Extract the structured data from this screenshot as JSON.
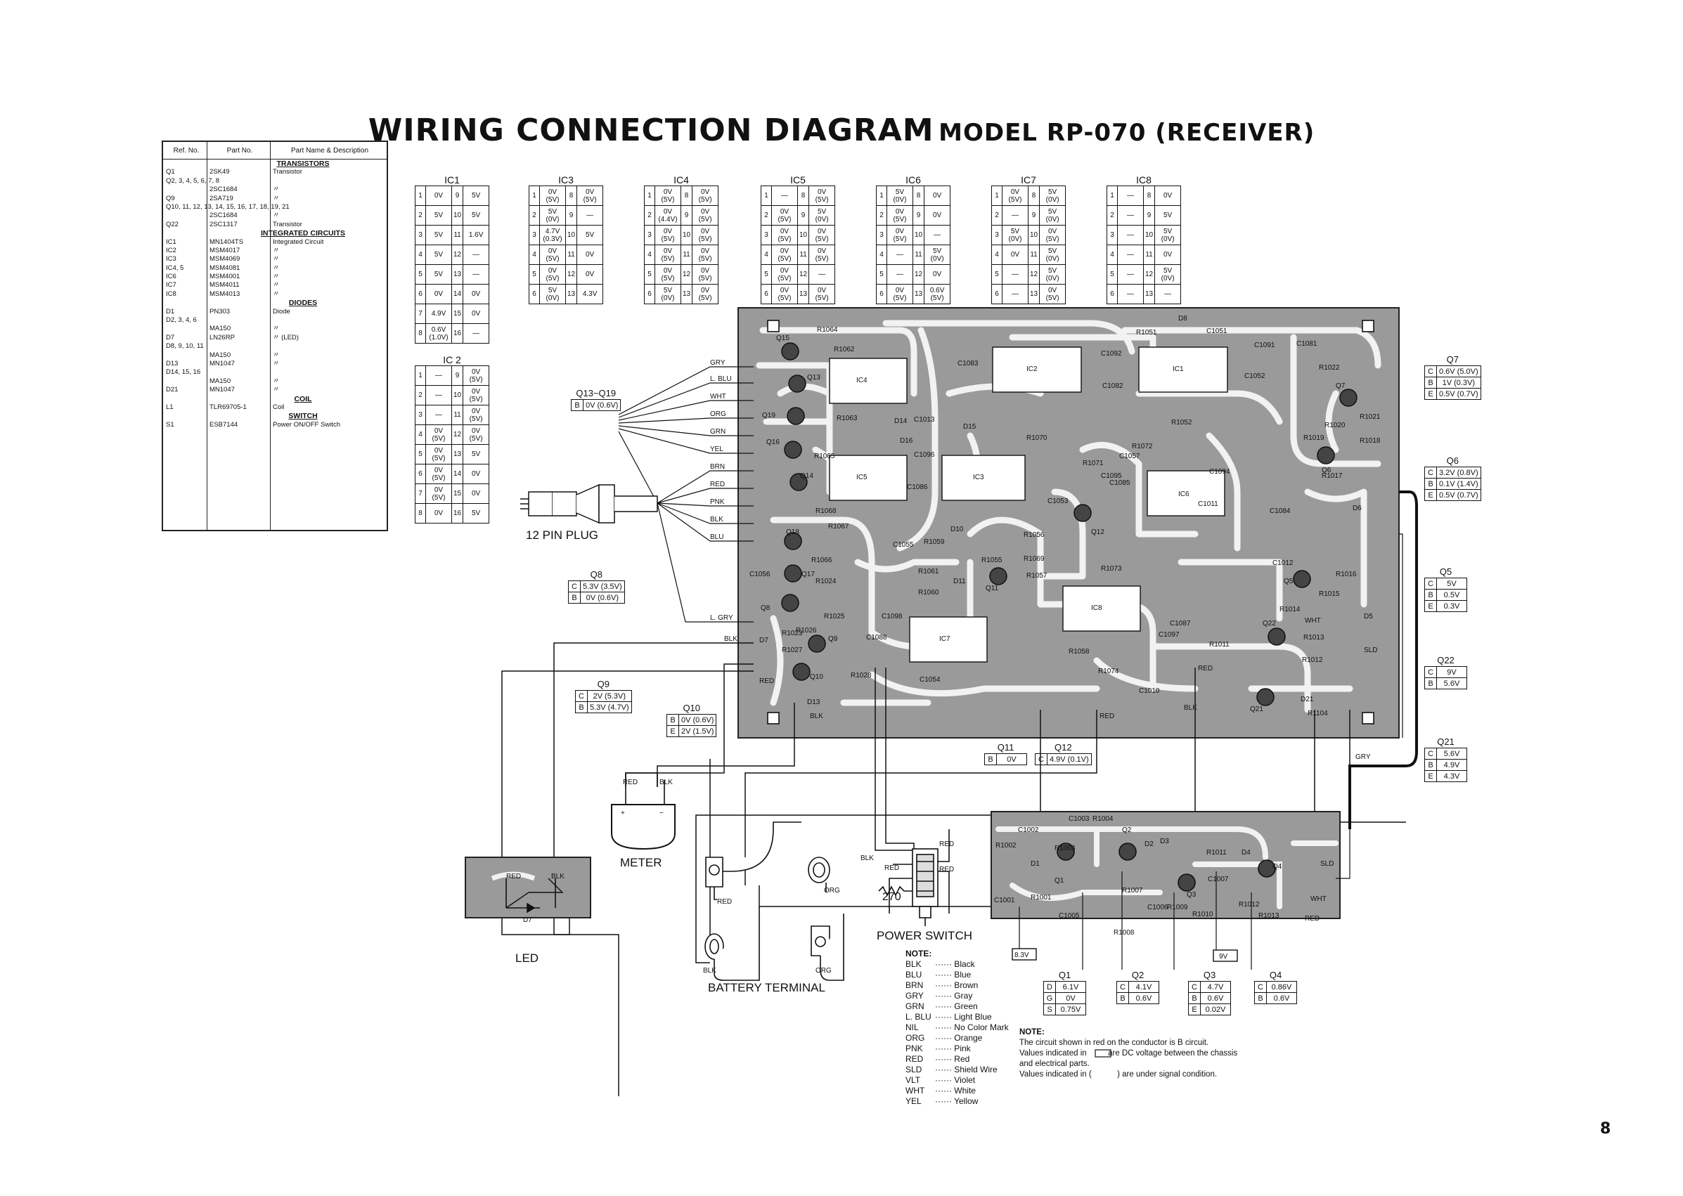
{
  "title": {
    "main": "WIRING CONNECTION DIAGRAM",
    "model": "MODEL RP-070 (RECEIVER)"
  },
  "parts_table": {
    "headers": [
      "Ref. No.",
      "Part No.",
      "Part Name & Description"
    ],
    "rows": [
      {
        "type": "sec",
        "text": "TRANSISTORS"
      },
      {
        "ref": "Q1",
        "part": "2SK49",
        "desc": "Transistor"
      },
      {
        "ref": "Q2, 3, 4, 5, 6, 7, 8",
        "part": "",
        "desc": ""
      },
      {
        "ref": "",
        "part": "2SC1684",
        "desc": "〃"
      },
      {
        "ref": "Q9",
        "part": "2SA719",
        "desc": "〃"
      },
      {
        "ref": "Q10, 11, 12, 13, 14, 15, 16, 17, 18, 19, 21",
        "part": "",
        "desc": ""
      },
      {
        "ref": "",
        "part": "2SC1684",
        "desc": "〃"
      },
      {
        "ref": "Q22",
        "part": "2SC1317",
        "desc": "Transistor"
      },
      {
        "type": "sec",
        "text": "INTEGRATED CIRCUITS"
      },
      {
        "ref": "IC1",
        "part": "MN1404TS",
        "desc": "Integrated Circuit"
      },
      {
        "ref": "IC2",
        "part": "MSM4017",
        "desc": "〃"
      },
      {
        "ref": "IC3",
        "part": "MSM4069",
        "desc": "〃"
      },
      {
        "ref": "IC4, 5",
        "part": "MSM4081",
        "desc": "〃"
      },
      {
        "ref": "IC6",
        "part": "MSM4001",
        "desc": "〃"
      },
      {
        "ref": "IC7",
        "part": "MSM4011",
        "desc": "〃"
      },
      {
        "ref": "IC8",
        "part": "MSM4013",
        "desc": "〃"
      },
      {
        "type": "sec",
        "text": "DIODES"
      },
      {
        "ref": "D1",
        "part": "PN303",
        "desc": "Diode"
      },
      {
        "ref": "D2, 3, 4, 6",
        "part": "",
        "desc": ""
      },
      {
        "ref": "",
        "part": "MA150",
        "desc": "〃"
      },
      {
        "ref": "D7",
        "part": "LN26RP",
        "desc": "〃      (LED)"
      },
      {
        "ref": "D8, 9, 10, 11",
        "part": "",
        "desc": ""
      },
      {
        "ref": "",
        "part": "MA150",
        "desc": "〃"
      },
      {
        "ref": "D13",
        "part": "MN1047",
        "desc": "〃"
      },
      {
        "ref": "D14, 15, 16",
        "part": "",
        "desc": ""
      },
      {
        "ref": "",
        "part": "MA150",
        "desc": "〃"
      },
      {
        "ref": "D21",
        "part": "MN1047",
        "desc": "〃"
      },
      {
        "type": "sec",
        "text": "COIL"
      },
      {
        "ref": "L1",
        "part": "TLR69705-1",
        "desc": "Coil"
      },
      {
        "type": "sec",
        "text": "SWITCH"
      },
      {
        "ref": "S1",
        "part": "ESB7144",
        "desc": "Power ON/OFF Switch"
      }
    ]
  },
  "ic_tables": [
    {
      "name": "IC1",
      "left": [
        [
          "1",
          "0V"
        ],
        [
          "2",
          "5V"
        ],
        [
          "3",
          "5V"
        ],
        [
          "4",
          "5V"
        ],
        [
          "5",
          "5V"
        ],
        [
          "6",
          "0V"
        ],
        [
          "7",
          "4.9V"
        ],
        [
          "8",
          "0.6V (1.0V)"
        ]
      ],
      "right": [
        [
          "9",
          "5V"
        ],
        [
          "10",
          "5V"
        ],
        [
          "11",
          "1.6V"
        ],
        [
          "12",
          "—"
        ],
        [
          "13",
          "—"
        ],
        [
          "14",
          "0V"
        ],
        [
          "15",
          "0V"
        ],
        [
          "16",
          "—"
        ]
      ]
    },
    {
      "name": "IC3",
      "left": [
        [
          "1",
          "0V (5V)"
        ],
        [
          "2",
          "5V (0V)"
        ],
        [
          "3",
          "4.7V (0.3V)"
        ],
        [
          "4",
          "0V (5V)"
        ],
        [
          "5",
          "0V (5V)"
        ],
        [
          "6",
          "5V (0V)"
        ]
      ],
      "right": [
        [
          "8",
          "0V (5V)"
        ],
        [
          "9",
          "—"
        ],
        [
          "10",
          "5V"
        ],
        [
          "11",
          "0V"
        ],
        [
          "12",
          "0V"
        ],
        [
          "13",
          "4.3V"
        ]
      ]
    },
    {
      "name": "IC4",
      "left": [
        [
          "1",
          "0V (5V)"
        ],
        [
          "2",
          "0V (4.4V)"
        ],
        [
          "3",
          "0V (5V)"
        ],
        [
          "4",
          "0V (5V)"
        ],
        [
          "5",
          "0V (5V)"
        ],
        [
          "6",
          "5V (0V)"
        ]
      ],
      "right": [
        [
          "8",
          "0V (5V)"
        ],
        [
          "9",
          "0V (5V)"
        ],
        [
          "10",
          "0V (5V)"
        ],
        [
          "11",
          "0V (5V)"
        ],
        [
          "12",
          "0V (5V)"
        ],
        [
          "13",
          "0V (5V)"
        ]
      ]
    },
    {
      "name": "IC5",
      "left": [
        [
          "1",
          "—"
        ],
        [
          "2",
          "0V (5V)"
        ],
        [
          "3",
          "0V (5V)"
        ],
        [
          "4",
          "0V (5V)"
        ],
        [
          "5",
          "0V (5V)"
        ],
        [
          "6",
          "0V (5V)"
        ]
      ],
      "right": [
        [
          "8",
          "0V (5V)"
        ],
        [
          "9",
          "5V (0V)"
        ],
        [
          "10",
          "0V (5V)"
        ],
        [
          "11",
          "0V (5V)"
        ],
        [
          "12",
          "—"
        ],
        [
          "13",
          "0V (5V)"
        ]
      ]
    },
    {
      "name": "IC6",
      "left": [
        [
          "1",
          "5V (0V)"
        ],
        [
          "2",
          "0V (5V)"
        ],
        [
          "3",
          "0V (5V)"
        ],
        [
          "4",
          "—"
        ],
        [
          "5",
          "—"
        ],
        [
          "6",
          "0V (5V)"
        ]
      ],
      "right": [
        [
          "8",
          "0V"
        ],
        [
          "9",
          "0V"
        ],
        [
          "10",
          "—"
        ],
        [
          "11",
          "5V (0V)"
        ],
        [
          "12",
          "0V"
        ],
        [
          "13",
          "0.6V (5V)"
        ]
      ]
    },
    {
      "name": "IC7",
      "left": [
        [
          "1",
          "0V (5V)"
        ],
        [
          "2",
          "—"
        ],
        [
          "3",
          "5V (0V)"
        ],
        [
          "4",
          "0V"
        ],
        [
          "5",
          "—"
        ],
        [
          "6",
          "—"
        ]
      ],
      "right": [
        [
          "8",
          "5V (0V)"
        ],
        [
          "9",
          "5V (0V)"
        ],
        [
          "10",
          "0V (5V)"
        ],
        [
          "11",
          "5V (0V)"
        ],
        [
          "12",
          "5V (0V)"
        ],
        [
          "13",
          "0V (5V)"
        ]
      ]
    },
    {
      "name": "IC8",
      "left": [
        [
          "1",
          "—"
        ],
        [
          "2",
          "—"
        ],
        [
          "3",
          "—"
        ],
        [
          "4",
          "—"
        ],
        [
          "5",
          "—"
        ],
        [
          "6",
          "—"
        ]
      ],
      "right": [
        [
          "8",
          "0V"
        ],
        [
          "9",
          "5V"
        ],
        [
          "10",
          "5V (0V)"
        ],
        [
          "11",
          "0V"
        ],
        [
          "12",
          "5V (0V)"
        ],
        [
          "13",
          "—"
        ]
      ]
    },
    {
      "name": "IC 2",
      "left": [
        [
          "1",
          "—"
        ],
        [
          "2",
          "—"
        ],
        [
          "3",
          "—"
        ],
        [
          "4",
          "0V (5V)"
        ],
        [
          "5",
          "0V (5V)"
        ],
        [
          "6",
          "0V (5V)"
        ],
        [
          "7",
          "0V (5V)"
        ],
        [
          "8",
          "0V"
        ]
      ],
      "right": [
        [
          "9",
          "0V (5V)"
        ],
        [
          "10",
          "0V (5V)"
        ],
        [
          "11",
          "0V (5V)"
        ],
        [
          "12",
          "0V (5V)"
        ],
        [
          "13",
          "5V"
        ],
        [
          "14",
          "0V"
        ],
        [
          "15",
          "0V"
        ],
        [
          "16",
          "5V"
        ]
      ]
    }
  ],
  "voltage_boxes": [
    {
      "name": "Q13~Q19",
      "rows": [
        [
          "B",
          "0V (0.6V)"
        ]
      ]
    },
    {
      "name": "Q8",
      "rows": [
        [
          "C",
          "5.3V (3.5V)"
        ],
        [
          "B",
          "0V (0.6V)"
        ]
      ]
    },
    {
      "name": "Q9",
      "rows": [
        [
          "C",
          "2V (5.3V)"
        ],
        [
          "B",
          "5.3V (4.7V)"
        ]
      ]
    },
    {
      "name": "Q10",
      "rows": [
        [
          "B",
          "0V (0.6V)"
        ],
        [
          "E",
          "2V (1.5V)"
        ]
      ]
    },
    {
      "name": "Q11",
      "rows": [
        [
          "B",
          "0V"
        ]
      ]
    },
    {
      "name": "Q12",
      "rows": [
        [
          "C",
          "4.9V (0.1V)"
        ]
      ]
    },
    {
      "name": "Q7",
      "rows": [
        [
          "C",
          "0.6V (5.0V)"
        ],
        [
          "B",
          "1V (0.3V)"
        ],
        [
          "E",
          "0.5V (0.7V)"
        ]
      ]
    },
    {
      "name": "Q6",
      "rows": [
        [
          "C",
          "3.2V (0.8V)"
        ],
        [
          "B",
          "0.1V (1.4V)"
        ],
        [
          "E",
          "0.5V (0.7V)"
        ]
      ]
    },
    {
      "name": "Q5",
      "rows": [
        [
          "C",
          "5V"
        ],
        [
          "B",
          "0.5V"
        ],
        [
          "E",
          "0.3V"
        ]
      ]
    },
    {
      "name": "Q22",
      "rows": [
        [
          "C",
          "9V"
        ],
        [
          "B",
          "5.6V"
        ]
      ]
    },
    {
      "name": "Q21",
      "rows": [
        [
          "C",
          "5.6V"
        ],
        [
          "B",
          "4.9V"
        ],
        [
          "E",
          "4.3V"
        ]
      ]
    },
    {
      "name": "Q1",
      "rows": [
        [
          "D",
          "6.1V"
        ],
        [
          "G",
          "0V"
        ],
        [
          "S",
          "0.75V"
        ]
      ]
    },
    {
      "name": "Q2",
      "rows": [
        [
          "C",
          "4.1V"
        ],
        [
          "B",
          "0.6V"
        ]
      ]
    },
    {
      "name": "Q3",
      "rows": [
        [
          "C",
          "4.7V"
        ],
        [
          "B",
          "0.6V"
        ],
        [
          "E",
          "0.02V"
        ]
      ]
    },
    {
      "name": "Q4",
      "rows": [
        [
          "C",
          "0.86V"
        ],
        [
          "B",
          "0.6V"
        ]
      ]
    }
  ],
  "board_small_boxes": {
    "v83": "8.3V",
    "v9": "9V"
  },
  "wire_labels": [
    "GRY",
    "L. BLU",
    "WHT",
    "ORG",
    "GRN",
    "YEL",
    "BRN",
    "RED",
    "PNK",
    "BLK",
    "BLU",
    "L. GRY"
  ],
  "board_labels": {
    "ic4": "IC4",
    "ic5": "IC5",
    "ic3": "IC3",
    "ic2": "IC2",
    "ic1": "IC1",
    "ic6": "IC6",
    "ic7": "IC7",
    "ic8": "IC8",
    "q15": "Q15",
    "q13": "Q13",
    "q19": "Q19",
    "q16": "Q16",
    "q14": "Q14",
    "q18": "Q18",
    "q17": "Q17",
    "q8": "Q8",
    "q9": "Q9",
    "q10": "Q10",
    "q11": "Q11",
    "q12": "Q12",
    "q7": "Q7",
    "q6": "Q6",
    "q5": "Q5",
    "q22": "Q22",
    "q21": "Q21",
    "d8": "D8",
    "d14": "D14",
    "d15": "D15",
    "d16": "D16",
    "d10": "D10",
    "d11": "D11",
    "d13": "D13",
    "d7": "D7",
    "d6": "D6",
    "d5": "D5",
    "d21": "D21",
    "r1064": "R1064",
    "r1062": "R1062",
    "r1063": "R1063",
    "r1065": "R1065",
    "r1066": "R1066",
    "r1067": "R1067",
    "r1068": "R1068",
    "r1025": "R1025",
    "r1024": "R1024",
    "r1026": "R1026",
    "r1023": "R1023",
    "r1027": "R1027",
    "r1028": "R1028",
    "r1059": "R1059",
    "r1060": "R1060",
    "r1061": "R1061",
    "r1055": "R1055",
    "r1056": "R1056",
    "r1057": "R1057",
    "r1058": "R1058",
    "r1069": "R1069",
    "r1070": "R1070",
    "r1071": "R1071",
    "r1072": "R1072",
    "r1073": "R1073",
    "r1074": "R1074",
    "r1051": "R1051",
    "r1052": "R1052",
    "r1022": "R1022",
    "r1021": "R1021",
    "r1020": "R1020",
    "r1019": "R1019",
    "r1018": "R1018",
    "r1017": "R1017",
    "r1016": "R1016",
    "r1015": "R1015",
    "r1014": "R1014",
    "r1013": "R1013",
    "r1012": "R1012",
    "r1011": "R1011",
    "r1104": "R1104",
    "c1051": "C1051",
    "c1091": "C1091",
    "c1081": "C1081",
    "c1092": "C1092",
    "c1082": "C1082",
    "c1052": "C1052",
    "c1083": "C1083",
    "c1096": "C1096",
    "c1086": "C1086",
    "c1057": "C1057",
    "c1094": "C1094",
    "c1095": "C1095",
    "c1085": "C1085",
    "c1053": "C1053",
    "c1084": "C1084",
    "c1012": "C1012",
    "c1055": "C1055",
    "c1056": "C1056",
    "c1098": "C1098",
    "c1088": "C1088",
    "c1054": "C1054",
    "c1087": "C1087",
    "c1097": "C1097",
    "c1010": "C1010",
    "c1011": "C1011",
    "c1013": "C1013"
  },
  "rf_board_labels": {
    "c1002": "C1002",
    "c1003": "C1003",
    "r1004": "R1004",
    "r1002": "R1002",
    "r1003": "R1003",
    "d1": "D1",
    "q1": "Q1",
    "q2": "Q2",
    "d2": "D2",
    "q3": "Q3",
    "d3": "D3",
    "r1011": "R1011",
    "d4": "D4",
    "q4": "Q4",
    "c1001": "C1001",
    "r1001": "R1001",
    "c1005": "C1005",
    "r1008": "R1008",
    "r1007": "R1007",
    "c1006": "C1006",
    "r1009": "R1009",
    "r1010": "R1010",
    "c1007": "C1007",
    "r1012": "R1012",
    "r1013": "R1013",
    "sld": "SLD",
    "wht": "WHT",
    "red": "RED"
  },
  "labels": {
    "plug": "12 PIN PLUG",
    "meter": "METER",
    "led": "LED",
    "battery": "BATTERY TERMINAL",
    "power_switch": "POWER SWITCH",
    "r270": "270",
    "meter_red": "RED",
    "meter_blk": "BLK",
    "meter_plus": "+",
    "meter_minus": "−",
    "led_red": "RED",
    "led_blk": "BLK",
    "led_d7": "D7",
    "bat_red": "RED",
    "bat_org1": "ORG",
    "bat_blk": "BLK",
    "bat_org2": "ORG",
    "sw_blk": "BLK",
    "sw_red1": "RED",
    "sw_red2": "RED",
    "sw_red3": "RED",
    "w_blk1": "BLK",
    "w_red1": "RED",
    "w_blk2": "BLK",
    "w_red2": "RED",
    "w_red3": "RED",
    "w_blk3": "BLK",
    "w_wht": "WHT",
    "w_sld": "SLD",
    "w_gry": "GRY",
    "page": "8"
  },
  "color_note": {
    "title": "NOTE:",
    "items": [
      [
        "BLK",
        "Black"
      ],
      [
        "BLU",
        "Blue"
      ],
      [
        "BRN",
        "Brown"
      ],
      [
        "GRY",
        "Gray"
      ],
      [
        "GRN",
        "Green"
      ],
      [
        "L. BLU",
        "Light Blue"
      ],
      [
        "NIL",
        "No Color Mark"
      ],
      [
        "ORG",
        "Orange"
      ],
      [
        "PNK",
        "Pink"
      ],
      [
        "RED",
        "Red"
      ],
      [
        "SLD",
        "Shield Wire"
      ],
      [
        "VLT",
        "Violet"
      ],
      [
        "WHT",
        "White"
      ],
      [
        "YEL",
        "Yellow"
      ]
    ]
  },
  "general_note": {
    "title": "NOTE:",
    "line1": "The circuit shown in red on the conductor is B circuit.",
    "line2a": "Values indicated in",
    "line2b": "are DC voltage between the chassis",
    "line3": "and electrical parts.",
    "line4a": "Values indicated in (",
    "line4b": ") are under signal condition."
  },
  "colors": {
    "board": "#9a9a9a",
    "trace": "#f2f2f2",
    "ink": "#111111"
  }
}
